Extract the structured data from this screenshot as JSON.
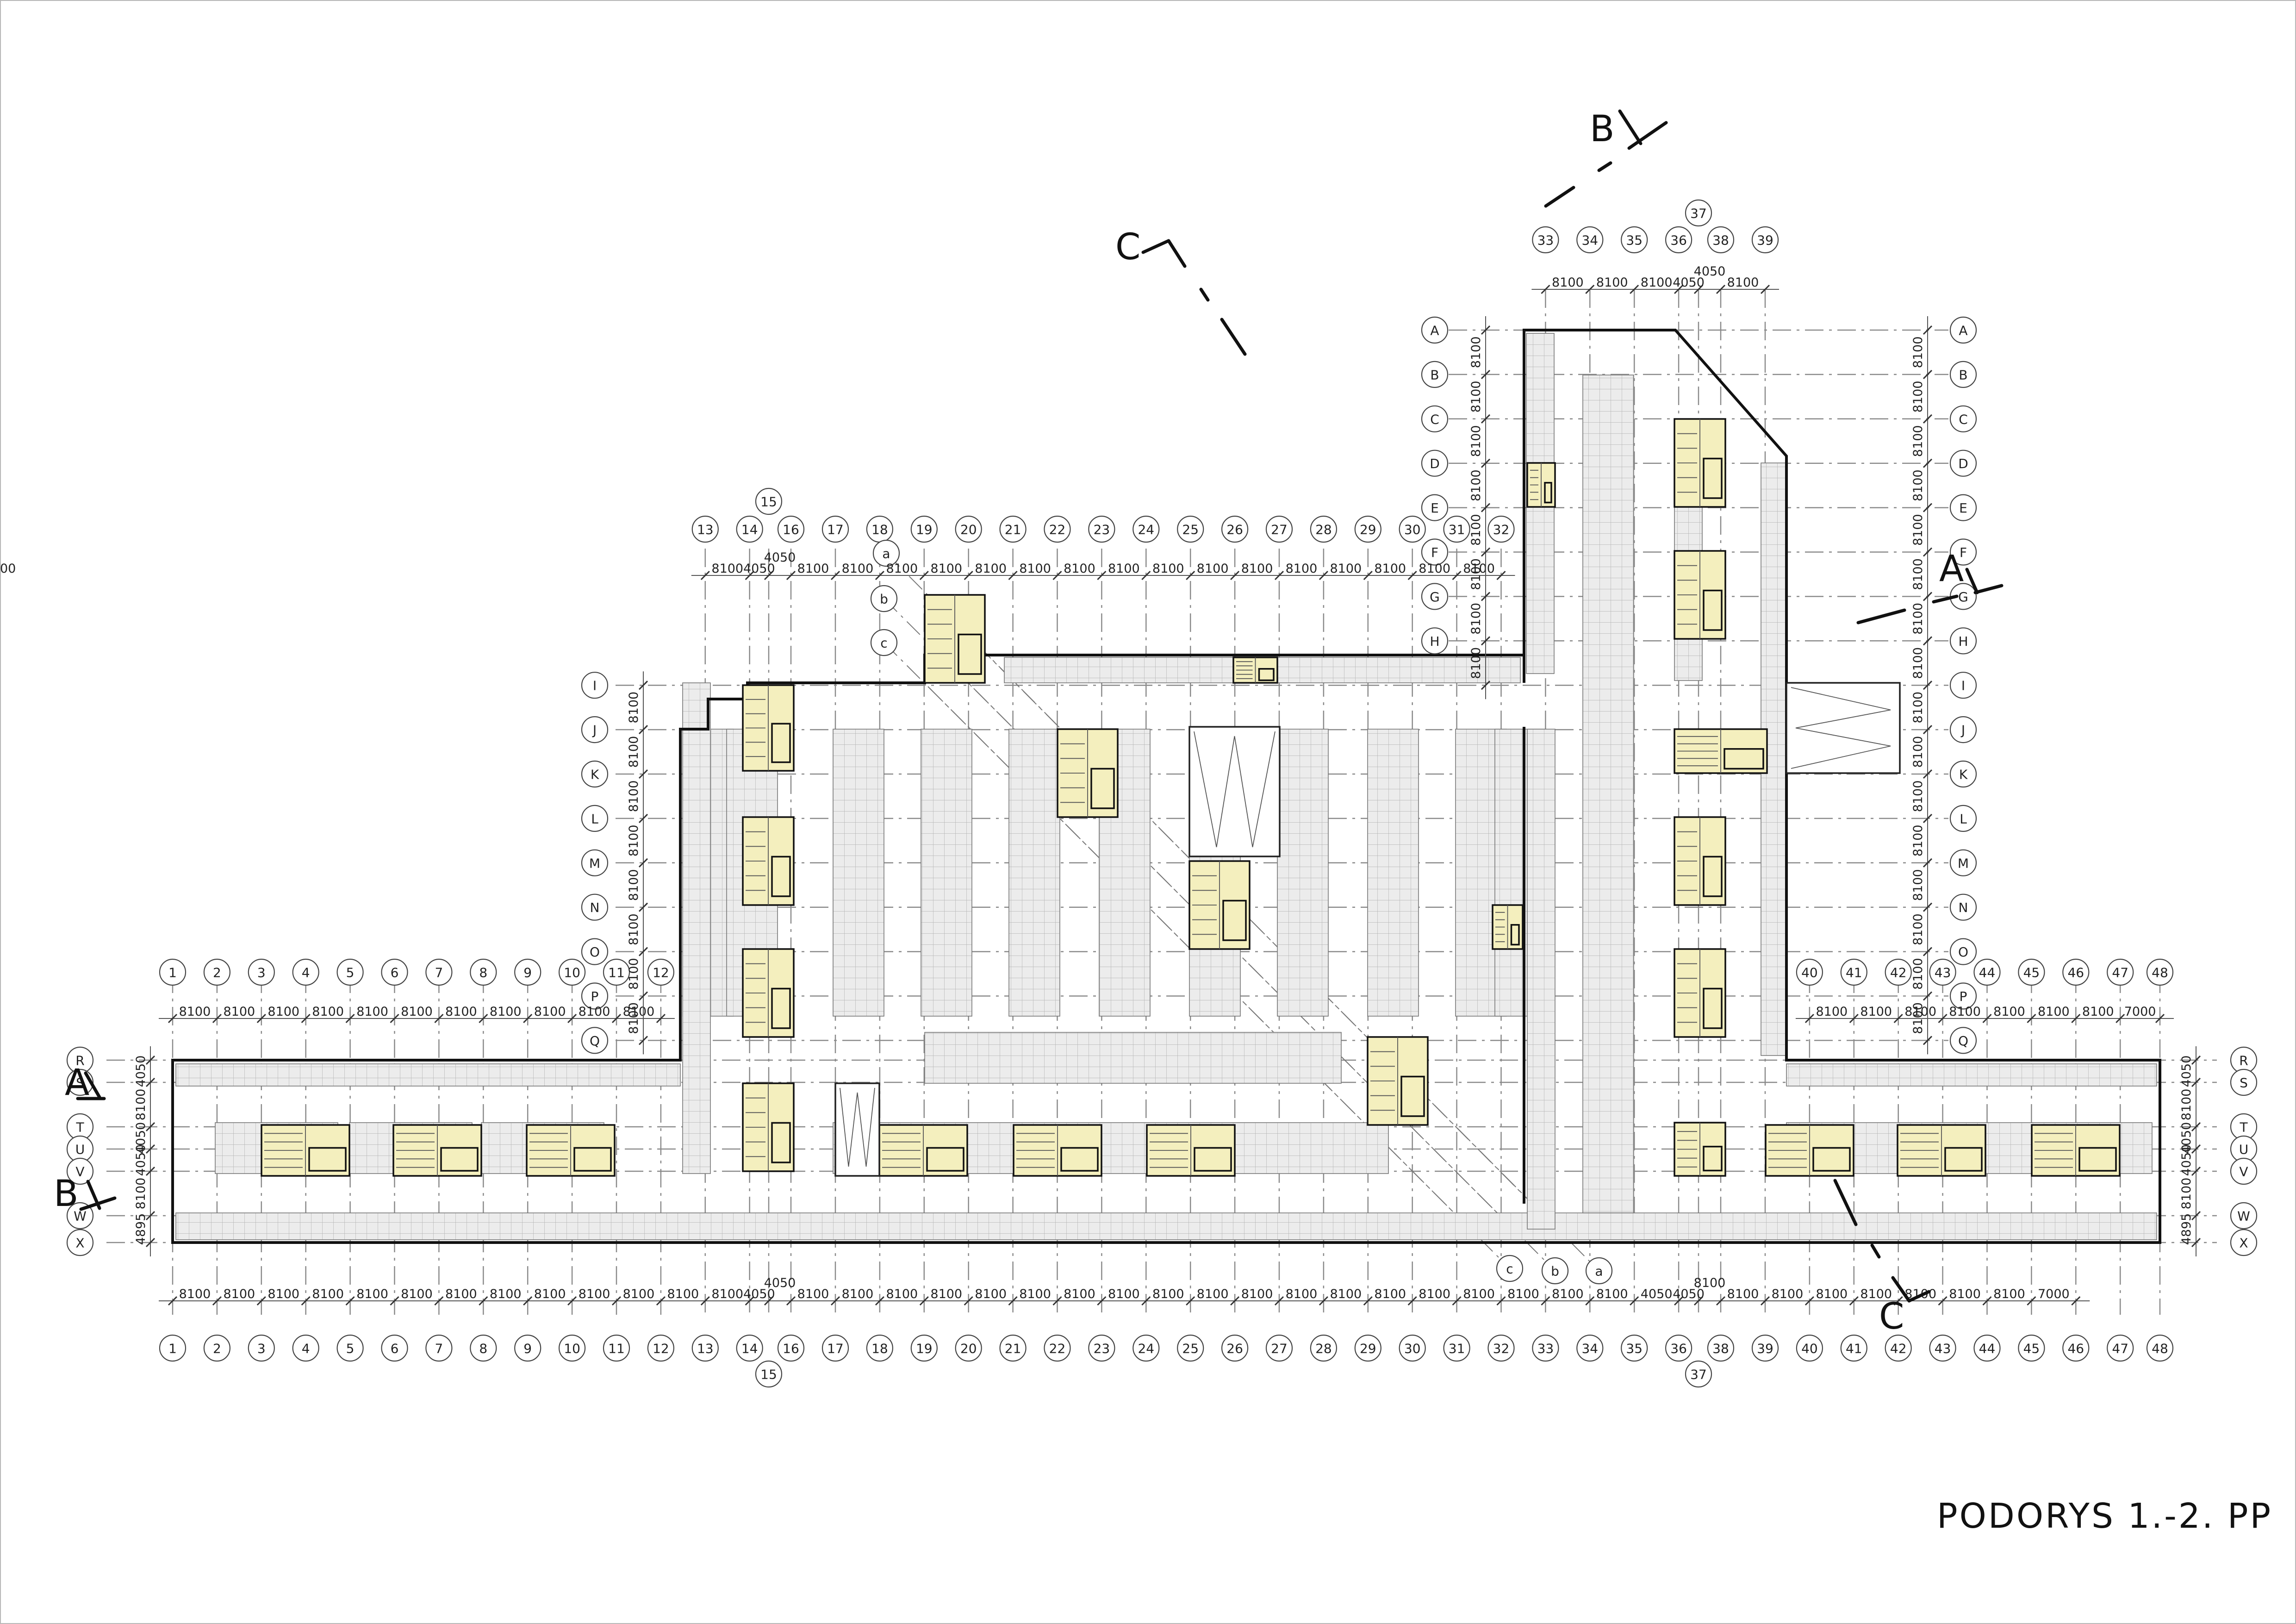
{
  "title": "PODORYS 1.-2. PP",
  "grid": {
    "columns": [
      "1",
      "2",
      "3",
      "4",
      "5",
      "6",
      "7",
      "8",
      "9",
      "10",
      "11",
      "12",
      "13",
      "14",
      "15",
      "16",
      "17",
      "18",
      "19",
      "20",
      "21",
      "22",
      "23",
      "24",
      "25",
      "26",
      "27",
      "28",
      "29",
      "30",
      "31",
      "32",
      "33",
      "34",
      "35",
      "36",
      "37",
      "38",
      "39",
      "40",
      "41",
      "42",
      "43",
      "44",
      "45",
      "46",
      "47",
      "48"
    ],
    "rows": [
      "A",
      "B",
      "C",
      "D",
      "E",
      "F",
      "G",
      "H",
      "I",
      "J",
      "K",
      "L",
      "M",
      "N",
      "O",
      "P",
      "Q",
      "R",
      "S",
      "T",
      "U",
      "V",
      "W",
      "X"
    ],
    "diagonal_axes": [
      "a",
      "b",
      "c"
    ],
    "dimensions_bottom": [
      "8100",
      "8100",
      "8100",
      "8100",
      "8100",
      "8100",
      "8100",
      "8100",
      "8100",
      "8100",
      "8100",
      "8100",
      "8100",
      "4050",
      "4050",
      "8100",
      "8100",
      "8100",
      "8100",
      "8100",
      "8100",
      "8100",
      "8100",
      "8100",
      "8100",
      "8100",
      "8100",
      "8100",
      "8100",
      "8100",
      "8100",
      "8100",
      "8100",
      "8100",
      "4050",
      "4050",
      "8100",
      "8100",
      "8100",
      "8100",
      "8100",
      "8100",
      "8100",
      "8100",
      "7000"
    ],
    "dimensions_top_left": [
      "8100",
      "8100",
      "8100",
      "8100",
      "8100",
      "8100",
      "8100",
      "8100",
      "8100",
      "8100",
      "8100"
    ],
    "dimensions_top_middle": [
      "8100",
      "4050",
      "4050",
      "8100",
      "8100",
      "8100",
      "8100",
      "8100",
      "8100",
      "8100",
      "8100",
      "8100",
      "8100",
      "8100",
      "8100",
      "8100",
      "8100",
      "8100",
      "8100",
      "8100"
    ],
    "dimensions_top_tower": [
      "8100",
      "8100",
      "8100",
      "4050",
      "4050",
      "8100"
    ],
    "dimensions_top_right": [
      "8100",
      "8100",
      "8100",
      "8100",
      "8100",
      "8100",
      "8100",
      "7000"
    ],
    "dimensions_left_lower": [
      "4050",
      "8100",
      "4050",
      "4050",
      "8100",
      "4895"
    ],
    "dimensions_right_lower": [
      "4050",
      "8100",
      "4050",
      "4050",
      "8100",
      "4895"
    ],
    "dimension_8100": "8100"
  },
  "sections": {
    "A": "A",
    "B": "B",
    "C": "C"
  }
}
